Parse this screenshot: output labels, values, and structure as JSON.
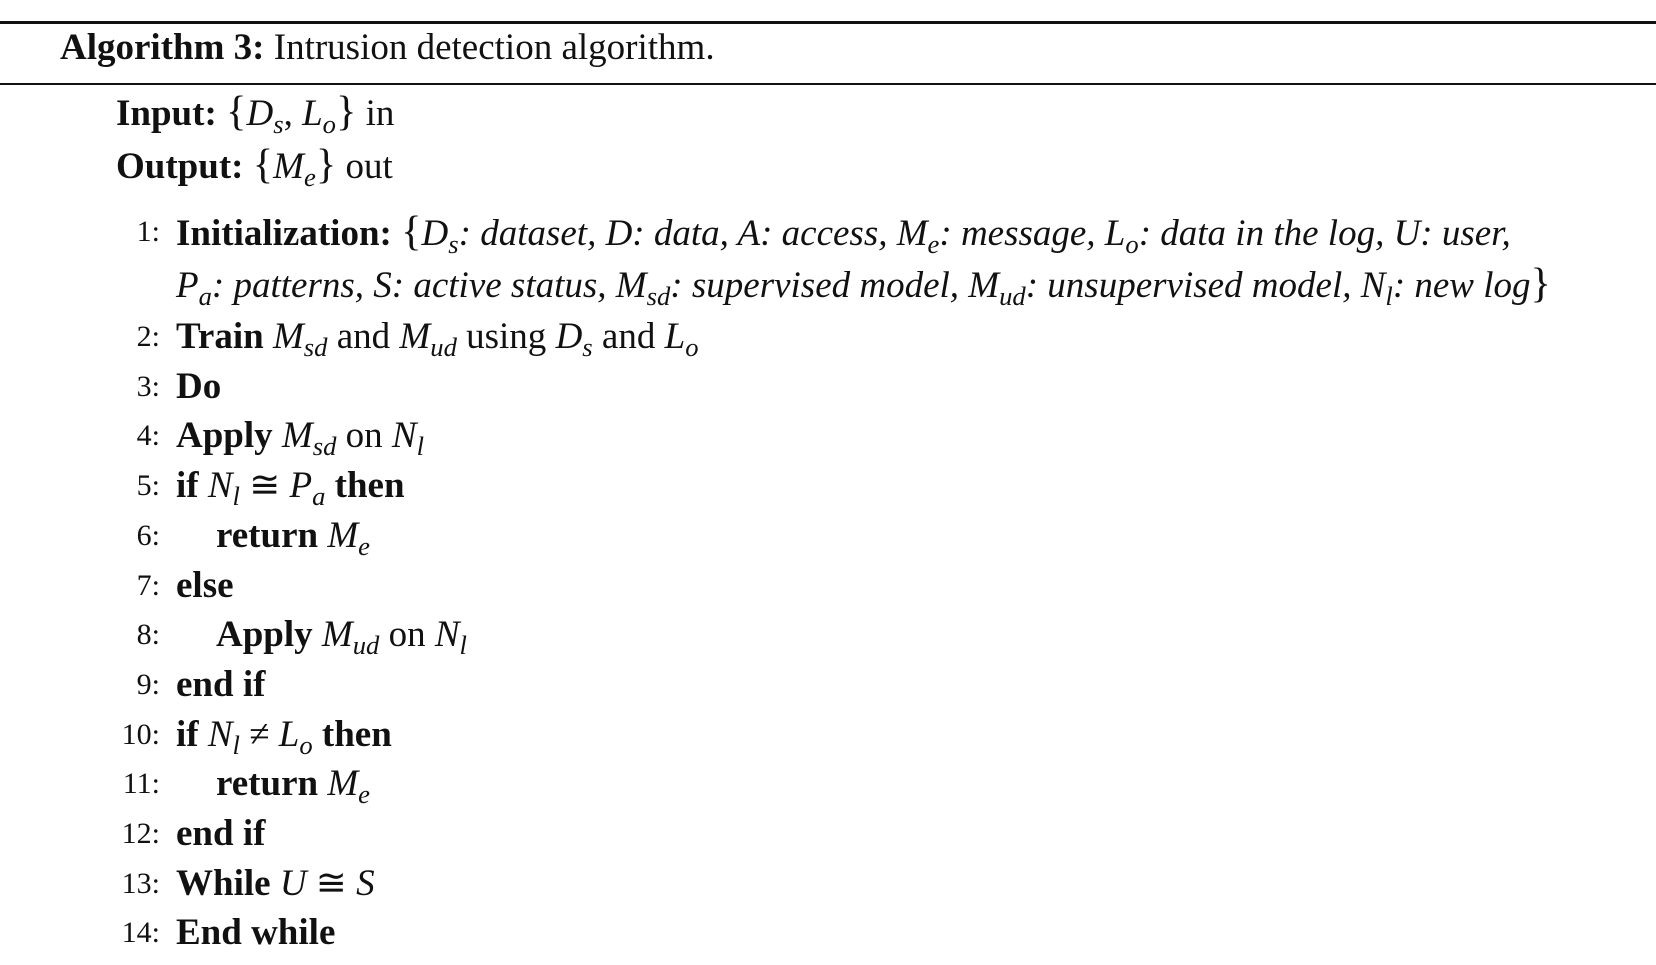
{
  "header": {
    "label": "Algorithm 3:",
    "title": " Intrusion detection algorithm."
  },
  "input": [
    [
      "b",
      "Input: "
    ],
    [
      "br",
      "{"
    ],
    [
      "i",
      "D"
    ],
    [
      "s",
      "s"
    ],
    [
      "r",
      ", "
    ],
    [
      "i",
      "L"
    ],
    [
      "s",
      "o"
    ],
    [
      "br",
      "}"
    ],
    [
      "r",
      "  in"
    ]
  ],
  "output": [
    [
      "b",
      "Output: "
    ],
    [
      "br",
      "{"
    ],
    [
      "i",
      "M"
    ],
    [
      "s",
      "e"
    ],
    [
      "br",
      "}"
    ],
    [
      "r",
      "  out"
    ]
  ],
  "lines": [
    {
      "num": "1:",
      "indent": 0,
      "parts": [
        [
          "b",
          "Initialization: "
        ],
        [
          "br",
          "{"
        ],
        [
          "i",
          "D"
        ],
        [
          "s",
          "s"
        ],
        [
          "i",
          ": dataset, D: data, A: access, M"
        ],
        [
          "s",
          "e"
        ],
        [
          "i",
          ": message, L"
        ],
        [
          "s",
          "o"
        ],
        [
          "i",
          ": data in the log, U: user,"
        ]
      ]
    },
    {
      "num": "",
      "indent": 0,
      "parts": [
        [
          "i",
          "P"
        ],
        [
          "s",
          "a"
        ],
        [
          "i",
          ": patterns, S: active status, M"
        ],
        [
          "s",
          "sd"
        ],
        [
          "i",
          ": supervised model, M"
        ],
        [
          "s",
          "ud"
        ],
        [
          "i",
          ": unsupervised model, N"
        ],
        [
          "s",
          "l"
        ],
        [
          "i",
          ": new log"
        ],
        [
          "br",
          "}"
        ]
      ]
    },
    {
      "num": "2:",
      "indent": 0,
      "parts": [
        [
          "b",
          "Train "
        ],
        [
          "i",
          "M"
        ],
        [
          "s",
          "sd"
        ],
        [
          "r",
          " and "
        ],
        [
          "i",
          "M"
        ],
        [
          "s",
          "ud"
        ],
        [
          "r",
          " using "
        ],
        [
          "i",
          "D"
        ],
        [
          "s",
          "s"
        ],
        [
          "r",
          " and "
        ],
        [
          "i",
          "L"
        ],
        [
          "s",
          "o"
        ]
      ]
    },
    {
      "num": "3:",
      "indent": 0,
      "parts": [
        [
          "b",
          "Do"
        ]
      ]
    },
    {
      "num": "4:",
      "indent": 0,
      "parts": [
        [
          "b",
          "Apply "
        ],
        [
          "i",
          "M"
        ],
        [
          "s",
          "sd"
        ],
        [
          "r",
          " on "
        ],
        [
          "i",
          "N"
        ],
        [
          "s",
          "l"
        ]
      ]
    },
    {
      "num": "5:",
      "indent": 0,
      "parts": [
        [
          "b",
          "if "
        ],
        [
          "i",
          "N"
        ],
        [
          "s",
          "l"
        ],
        [
          "r",
          " ≅ "
        ],
        [
          "i",
          "P"
        ],
        [
          "s",
          "a"
        ],
        [
          "b",
          " then"
        ]
      ]
    },
    {
      "num": "6:",
      "indent": 1,
      "parts": [
        [
          "b",
          "return  "
        ],
        [
          "i",
          "M"
        ],
        [
          "s",
          "e"
        ]
      ]
    },
    {
      "num": "7:",
      "indent": 0,
      "parts": [
        [
          "b",
          "else"
        ]
      ]
    },
    {
      "num": "8:",
      "indent": 1,
      "parts": [
        [
          "b",
          "Apply "
        ],
        [
          "i",
          "M"
        ],
        [
          "s",
          "ud"
        ],
        [
          "r",
          " on "
        ],
        [
          "i",
          "N"
        ],
        [
          "s",
          "l"
        ]
      ]
    },
    {
      "num": "9:",
      "indent": 0,
      "parts": [
        [
          "b",
          "end if"
        ]
      ]
    },
    {
      "num": "10:",
      "indent": 0,
      "parts": [
        [
          "b",
          "if "
        ],
        [
          "i",
          "N"
        ],
        [
          "s",
          "l"
        ],
        [
          "r",
          " ≠ "
        ],
        [
          "i",
          "L"
        ],
        [
          "s",
          "o"
        ],
        [
          "b",
          "  then"
        ]
      ]
    },
    {
      "num": "11:",
      "indent": 1,
      "parts": [
        [
          "b",
          "return  "
        ],
        [
          "i",
          "M"
        ],
        [
          "s",
          "e"
        ]
      ]
    },
    {
      "num": "12:",
      "indent": 0,
      "parts": [
        [
          "b",
          "end if"
        ]
      ]
    },
    {
      "num": "13:",
      "indent": 0,
      "parts": [
        [
          "b",
          "While "
        ],
        [
          "i",
          "U"
        ],
        [
          "r",
          " ≅ "
        ],
        [
          "i",
          "S"
        ]
      ]
    },
    {
      "num": "14:",
      "indent": 0,
      "parts": [
        [
          "b",
          "End while"
        ]
      ]
    }
  ]
}
